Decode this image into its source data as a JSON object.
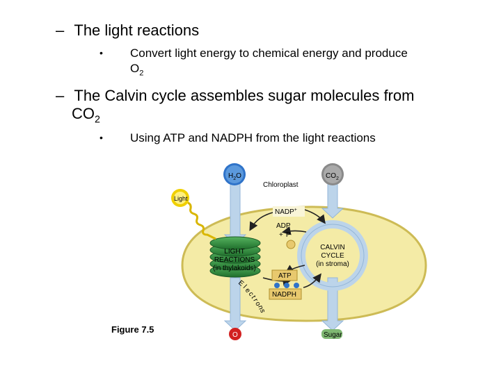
{
  "bullets": {
    "b1": {
      "dash": "–",
      "text": "The light reactions"
    },
    "b1a": {
      "marker": "•",
      "text": "Convert light energy to chemical energy and produce",
      "cont": "O",
      "sub": "2"
    },
    "b2": {
      "dash": "–",
      "text": "The Calvin cycle assembles sugar molecules from",
      "cont": "CO",
      "sub": "2"
    },
    "b2a": {
      "marker": "•",
      "text": "Using ATP and NADPH from the light reactions"
    }
  },
  "diagram": {
    "h2o_a": "H",
    "h2o_sub": "2",
    "h2o_b": "O",
    "co2_a": "CO",
    "co2_sub": "2",
    "chloroplast": "Chloroplast",
    "light": "Light",
    "nadp_a": "NADP",
    "nadp_sup": "+",
    "adp": "ADP",
    "plus_p_a": "+",
    "plus_p_b": "P",
    "light_rx_1": "LIGHT",
    "light_rx_2": "REACTIONS",
    "light_rx_3": "(in thylakoids)",
    "calvin_1": "CALVIN",
    "calvin_2": "CYCLE",
    "calvin_3": "(in stroma)",
    "atp": "ATP",
    "electrons": [
      "E",
      "l",
      "e",
      "c",
      "t",
      "r",
      "o",
      "n",
      "s"
    ],
    "nadph": "NADPH",
    "o2": "O",
    "sugar": "Sugar",
    "figure": "Figure 7.5"
  },
  "colors": {
    "chloroplast_fill": "#f4eba6",
    "chloroplast_edge": "#cdbb55",
    "h2o": "#2f73c9",
    "co2": "#8a8a8a",
    "light": "#f0d000",
    "thylakoid": "#2e8e3e",
    "arrow": "#bcd4ea",
    "atp_box": "#e8c96e",
    "o2": "#d22020",
    "sugar": "#7fb872"
  }
}
